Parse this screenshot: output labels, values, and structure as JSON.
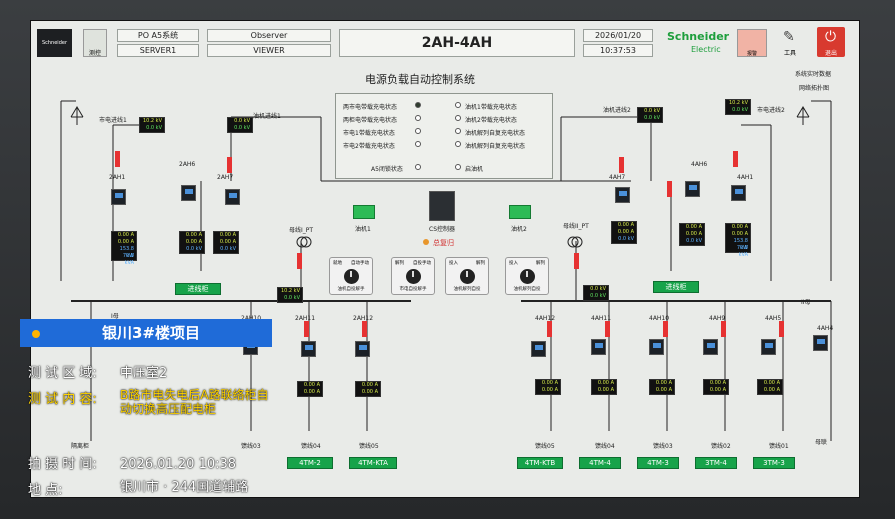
{
  "header": {
    "system_name": "PO A5系统",
    "server": "SERVER1",
    "user_role": "Observer",
    "user_name": "VIEWER",
    "title": "2AH-4AH",
    "date": "2026/01/20",
    "time": "10:37:53",
    "brand_line1": "Schneider",
    "brand_line2": "Electric",
    "alarm_label": "报警",
    "tools_label": "工具",
    "exit_label": "退出",
    "logo_text": "Schneider",
    "test_label": "测控"
  },
  "main": {
    "panel_title": "电源负载自动控制系统",
    "links": [
      "系统实时数据",
      "网络拓扑图"
    ],
    "status_rows_left": [
      "两市电带载充电状态",
      "两柜电带载充电状态",
      "市电1带载充电状态",
      "市电2带载充电状态"
    ],
    "status_rows_right": [
      "油机1带载充电状态",
      "油机2带载充电状态",
      "油机解列自复充电状态",
      "油机解列自复充电状态"
    ],
    "status_a5": "A5闭锁状态",
    "status_start": "启油机",
    "genset1": "油机1",
    "genset2": "油机2",
    "controller": "CS控制器",
    "total_reset": "总复归",
    "line_left": "市电进线1",
    "line_right": "市电进线2",
    "gen_in_left": "油机进线1",
    "gen_in_right": "油机进线2",
    "pt_left": "母线I_PT",
    "pt_right": "母线II_PT",
    "bus_left": "I母",
    "bus_right": "II母",
    "tie_left": "进线柜",
    "tie_right": "进线柜",
    "breakers": [
      "2AH1",
      "2AH6",
      "2AH7",
      "2AH10",
      "2AH11",
      "2AH12",
      "4AH12",
      "4AH11",
      "4AH10",
      "4AH9",
      "4AH5",
      "4AH4",
      "4AH7",
      "4AH6",
      "4AH1"
    ],
    "knobs": [
      {
        "left": "就地",
        "right": "自动手动",
        "text": "油机自投解手"
      },
      {
        "left": "解列",
        "right": "自投手动",
        "text": "市电自投解手"
      },
      {
        "left": "投入",
        "right": "解列",
        "text": "油机解列自投"
      },
      {
        "left": "投入",
        "right": "解列",
        "text": "油机解列自投"
      }
    ],
    "feeders": [
      "馈线03",
      "馈线04",
      "馈线05",
      "馈线05",
      "馈线04",
      "馈线03",
      "馈线02",
      "馈线01"
    ],
    "feeder_tags": [
      "4TM-2",
      "4TM-KTA",
      "4TM-KTB",
      "4TM-4",
      "4TM-3",
      "3TM-4",
      "3TM-3"
    ],
    "corner_left": "隔离柜",
    "corner_right": "母联",
    "meter_values": [
      "10.2 kV",
      "0.0 kV",
      "0.0 kV",
      "0.00 A",
      "0.00 A",
      "153.8 kW",
      "70.8 kVA"
    ]
  },
  "overlay": {
    "project": "银川3#楼项目",
    "rows": [
      {
        "key": "测 试 区 域:",
        "value": "中压室2"
      },
      {
        "key": "测 试 内 容:",
        "value": "B路市电失电后A路联络柜自动切换高压配电柜"
      },
      {
        "key": "拍 摄 时 间:",
        "value": "2026.01.20 10:38"
      },
      {
        "key": "地          点:",
        "value": "银川市 · 244国道辅路"
      }
    ]
  }
}
